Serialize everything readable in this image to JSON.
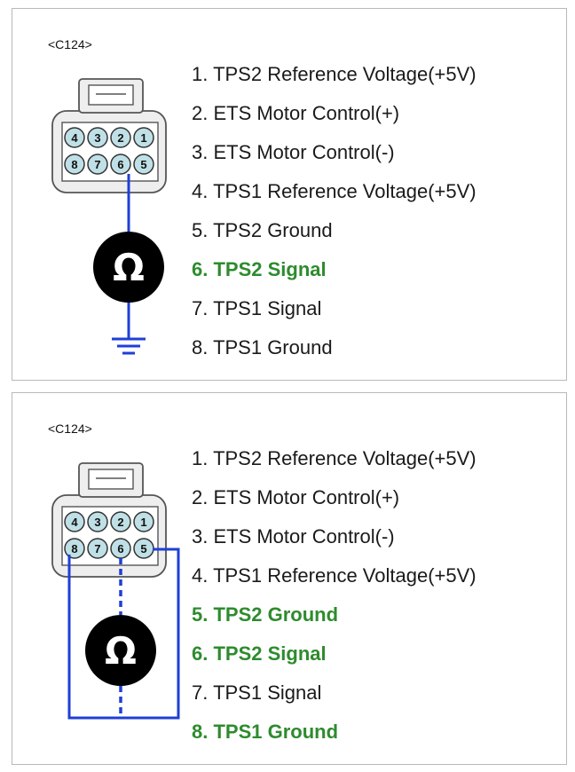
{
  "panels": [
    {
      "connector": "<C124>",
      "meter_symbol": "Ω",
      "pins": [
        {
          "text": "1. TPS2 Reference Voltage(+5V)",
          "highlight": false
        },
        {
          "text": "2. ETS Motor Control(+)",
          "highlight": false
        },
        {
          "text": "3. ETS Motor Control(-)",
          "highlight": false
        },
        {
          "text": "4. TPS1 Reference Voltage(+5V)",
          "highlight": false
        },
        {
          "text": "5. TPS2 Ground",
          "highlight": false
        },
        {
          "text": "6. TPS2 Signal",
          "highlight": true
        },
        {
          "text": "7. TPS1 Signal",
          "highlight": false
        },
        {
          "text": "8. TPS1 Ground",
          "highlight": false
        }
      ],
      "cavity_labels": {
        "top": [
          "4",
          "3",
          "2",
          "1"
        ],
        "bottom": [
          "8",
          "7",
          "6",
          "5"
        ]
      }
    },
    {
      "connector": "<C124>",
      "meter_symbol": "Ω",
      "pins": [
        {
          "text": "1. TPS2 Reference Voltage(+5V)",
          "highlight": false
        },
        {
          "text": "2. ETS Motor Control(+)",
          "highlight": false
        },
        {
          "text": "3. ETS Motor Control(-)",
          "highlight": false
        },
        {
          "text": "4. TPS1 Reference Voltage(+5V)",
          "highlight": false
        },
        {
          "text": "5. TPS2 Ground",
          "highlight": true
        },
        {
          "text": "6. TPS2 Signal",
          "highlight": true
        },
        {
          "text": "7. TPS1 Signal",
          "highlight": false
        },
        {
          "text": "8. TPS1 Ground",
          "highlight": true
        }
      ],
      "cavity_labels": {
        "top": [
          "4",
          "3",
          "2",
          "1"
        ],
        "bottom": [
          "8",
          "7",
          "6",
          "5"
        ]
      }
    }
  ],
  "colors": {
    "wire": "#1f3fd6",
    "highlight_text": "#2e8b2e",
    "pin_fill": "#bfe0e6",
    "housing": "#eeeeee",
    "meter": "#000000"
  }
}
